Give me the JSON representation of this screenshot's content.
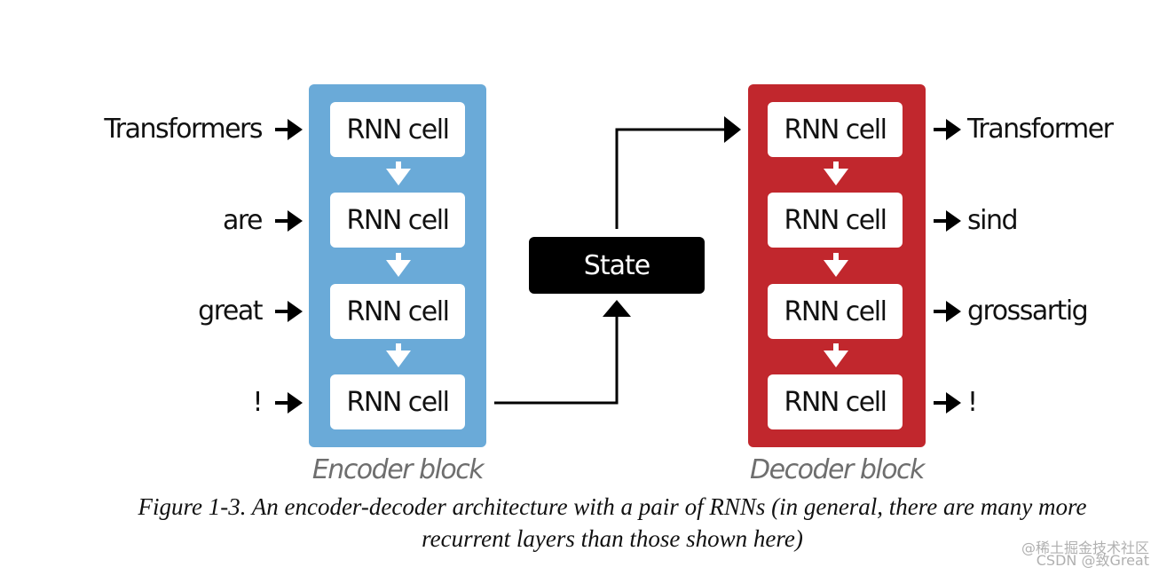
{
  "inputs": [
    "Transformers",
    "are",
    "great",
    "!"
  ],
  "outputs": [
    "Transformer",
    "sind",
    "grossartig",
    "!"
  ],
  "cell_label": "RNN cell",
  "state_label": "State",
  "encoder_label": "Encoder block",
  "decoder_label": "Decoder block",
  "caption": {
    "line1": "Figure 1-3. An encoder-decoder architecture with a pair of RNNs (in general, there are many more",
    "line2": "recurrent layers than those shown here)"
  },
  "watermark": {
    "line1": "@稀土掘金技术社区",
    "line2": "CSDN @致Great"
  },
  "colors": {
    "encoder": "#6aaad8",
    "decoder": "#c1272d",
    "state": "#000000",
    "arrow_inner": "#ffffff",
    "arrow": "#000000"
  }
}
